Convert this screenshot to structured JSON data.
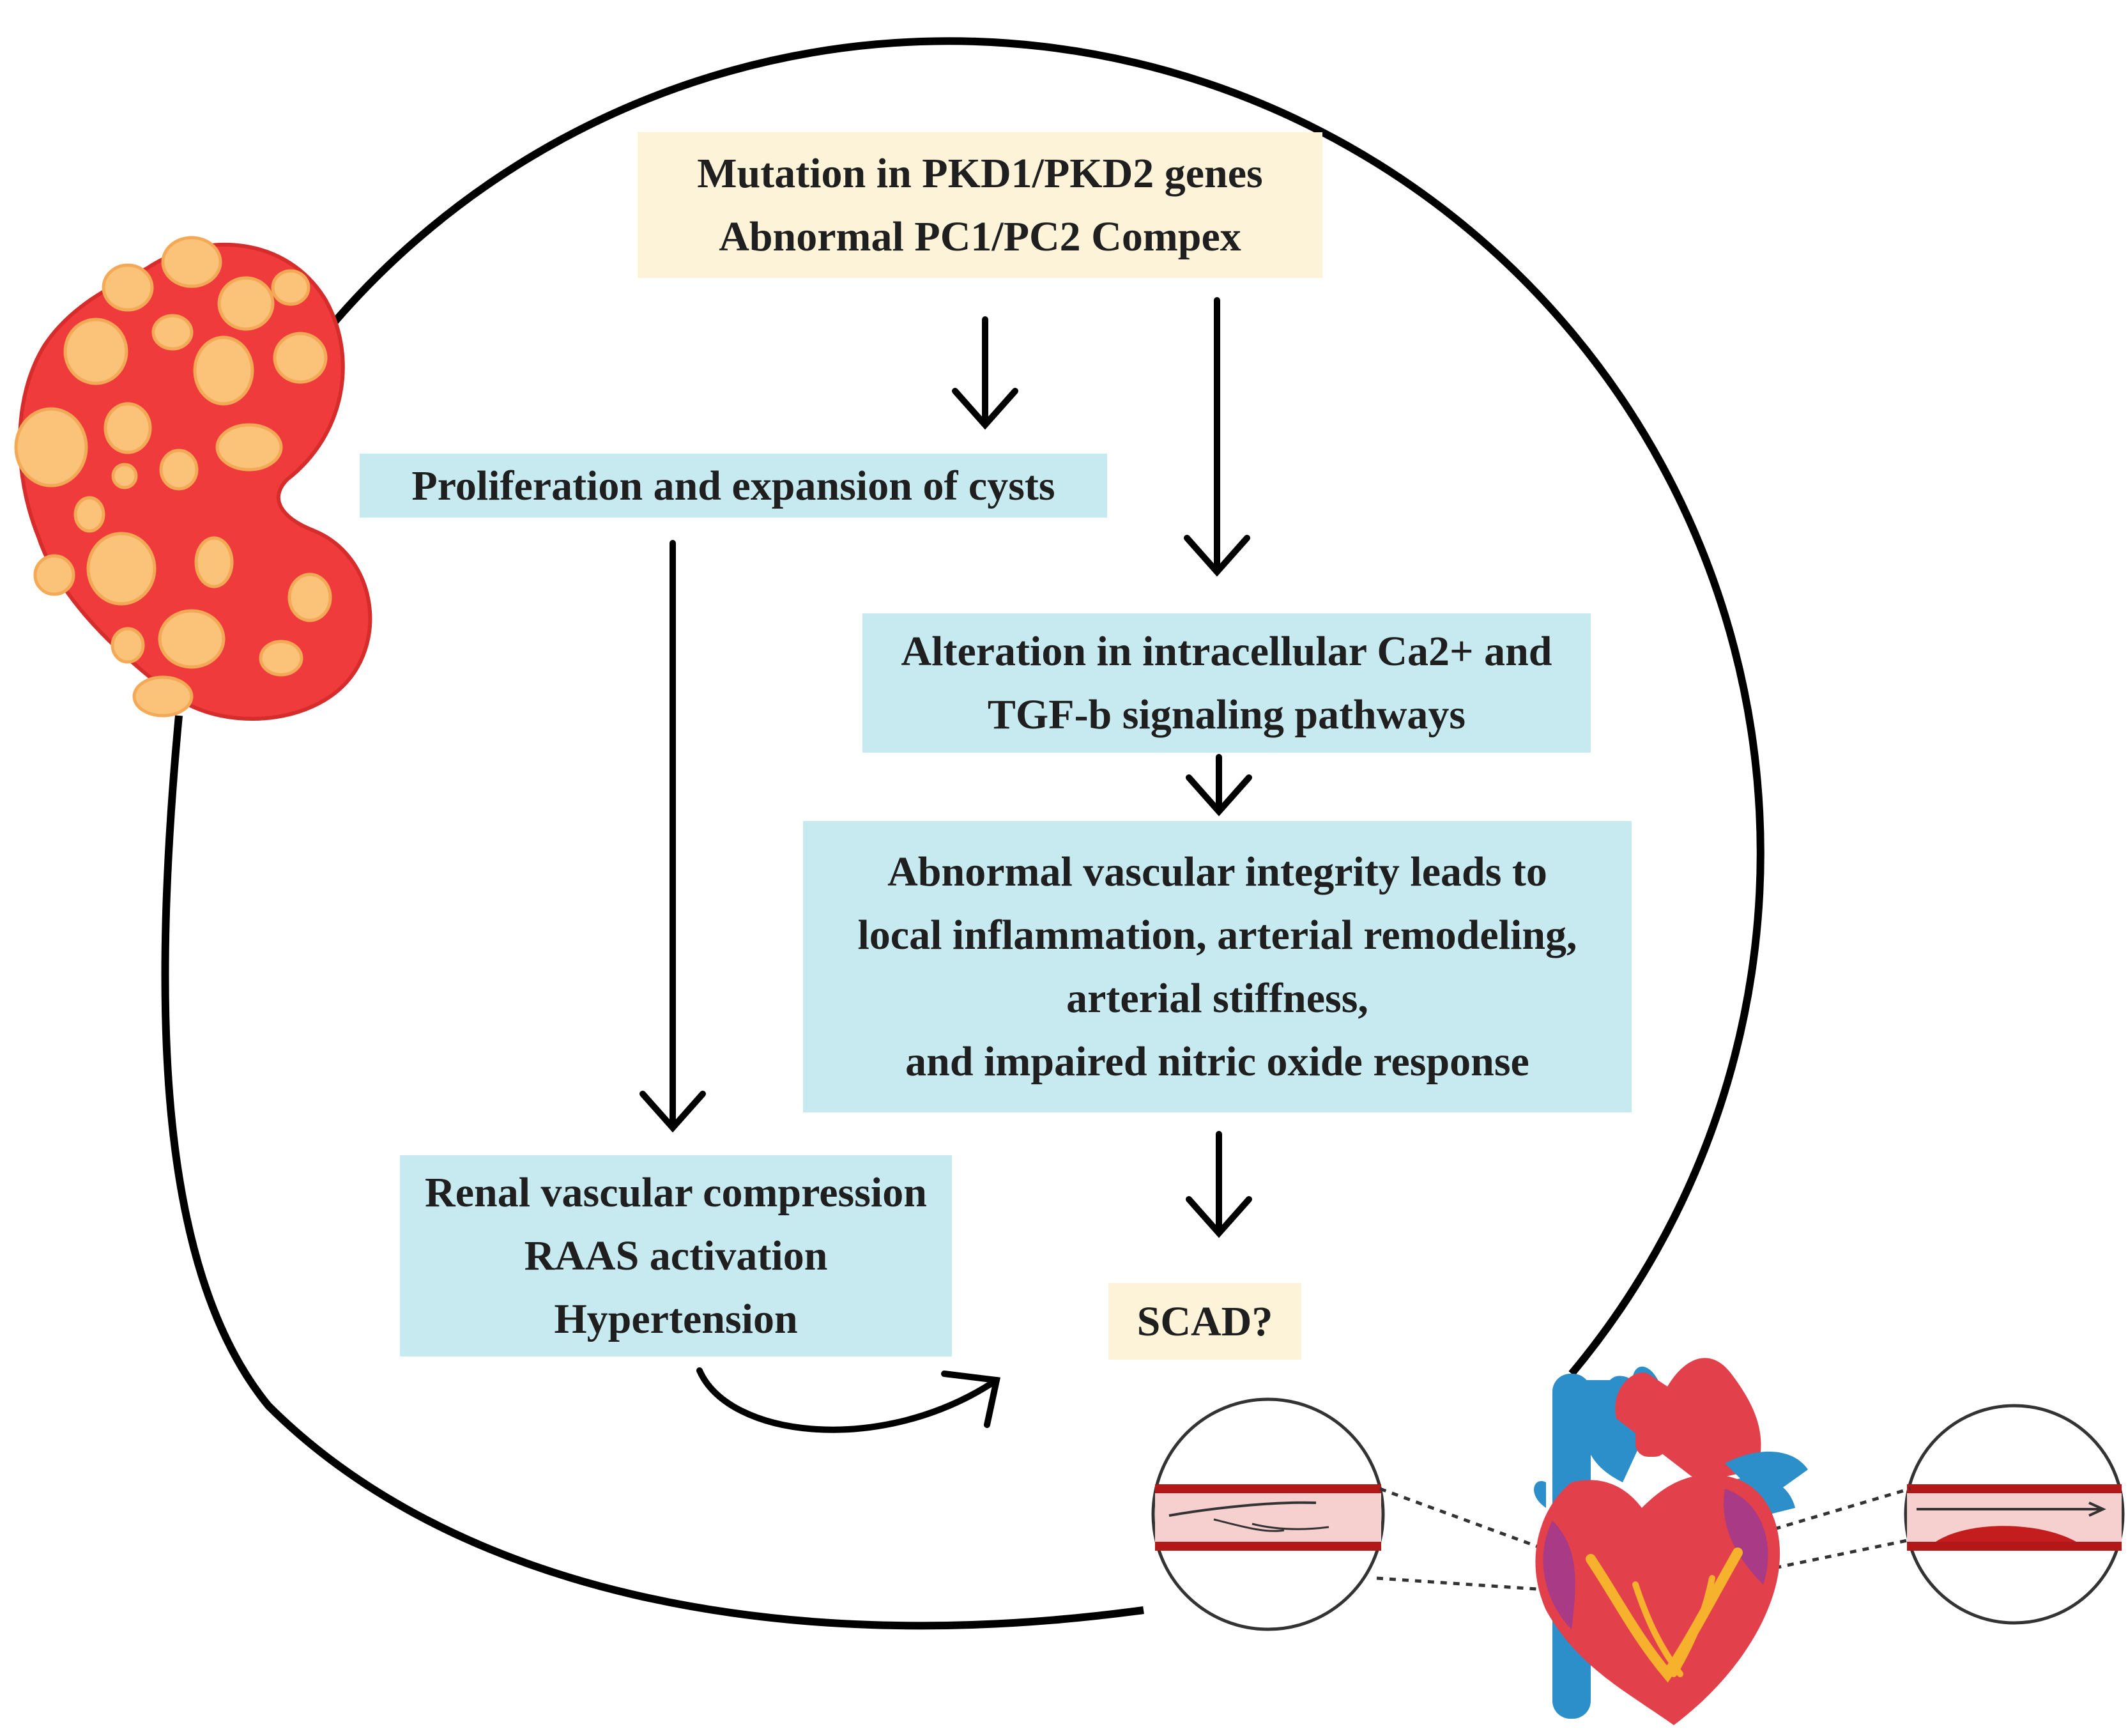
{
  "diagram": {
    "top_box": {
      "lines": [
        "Mutation in PKD1/PKD2 genes",
        "Abnormal PC1/PC2 Compex"
      ]
    },
    "cyst_box": {
      "lines": [
        "Proliferation and expansion of cysts"
      ]
    },
    "calcium_box": {
      "lines": [
        "Alteration in intracellular Ca2+ and",
        "TGF-b signaling pathways"
      ]
    },
    "vascular_box": {
      "lines": [
        "Abnormal vascular integrity leads to",
        "local inflammation, arterial remodeling,",
        "arterial stiffness,",
        "and impaired nitric oxide response"
      ]
    },
    "renal_box": {
      "lines": [
        "Renal vascular compression",
        "RAAS activation",
        "Hypertension"
      ]
    },
    "outcome_box": {
      "lines": [
        "SCAD?"
      ]
    },
    "colors": {
      "yellow_box": "#fdf3d8",
      "blue_box": "#c6eaf0",
      "kidney": "#ef3b3b",
      "cyst": "#fbc27a",
      "heart": "#e2404a",
      "vessel_blue": "#2c8fc9",
      "text": "#1f1f1f"
    }
  }
}
